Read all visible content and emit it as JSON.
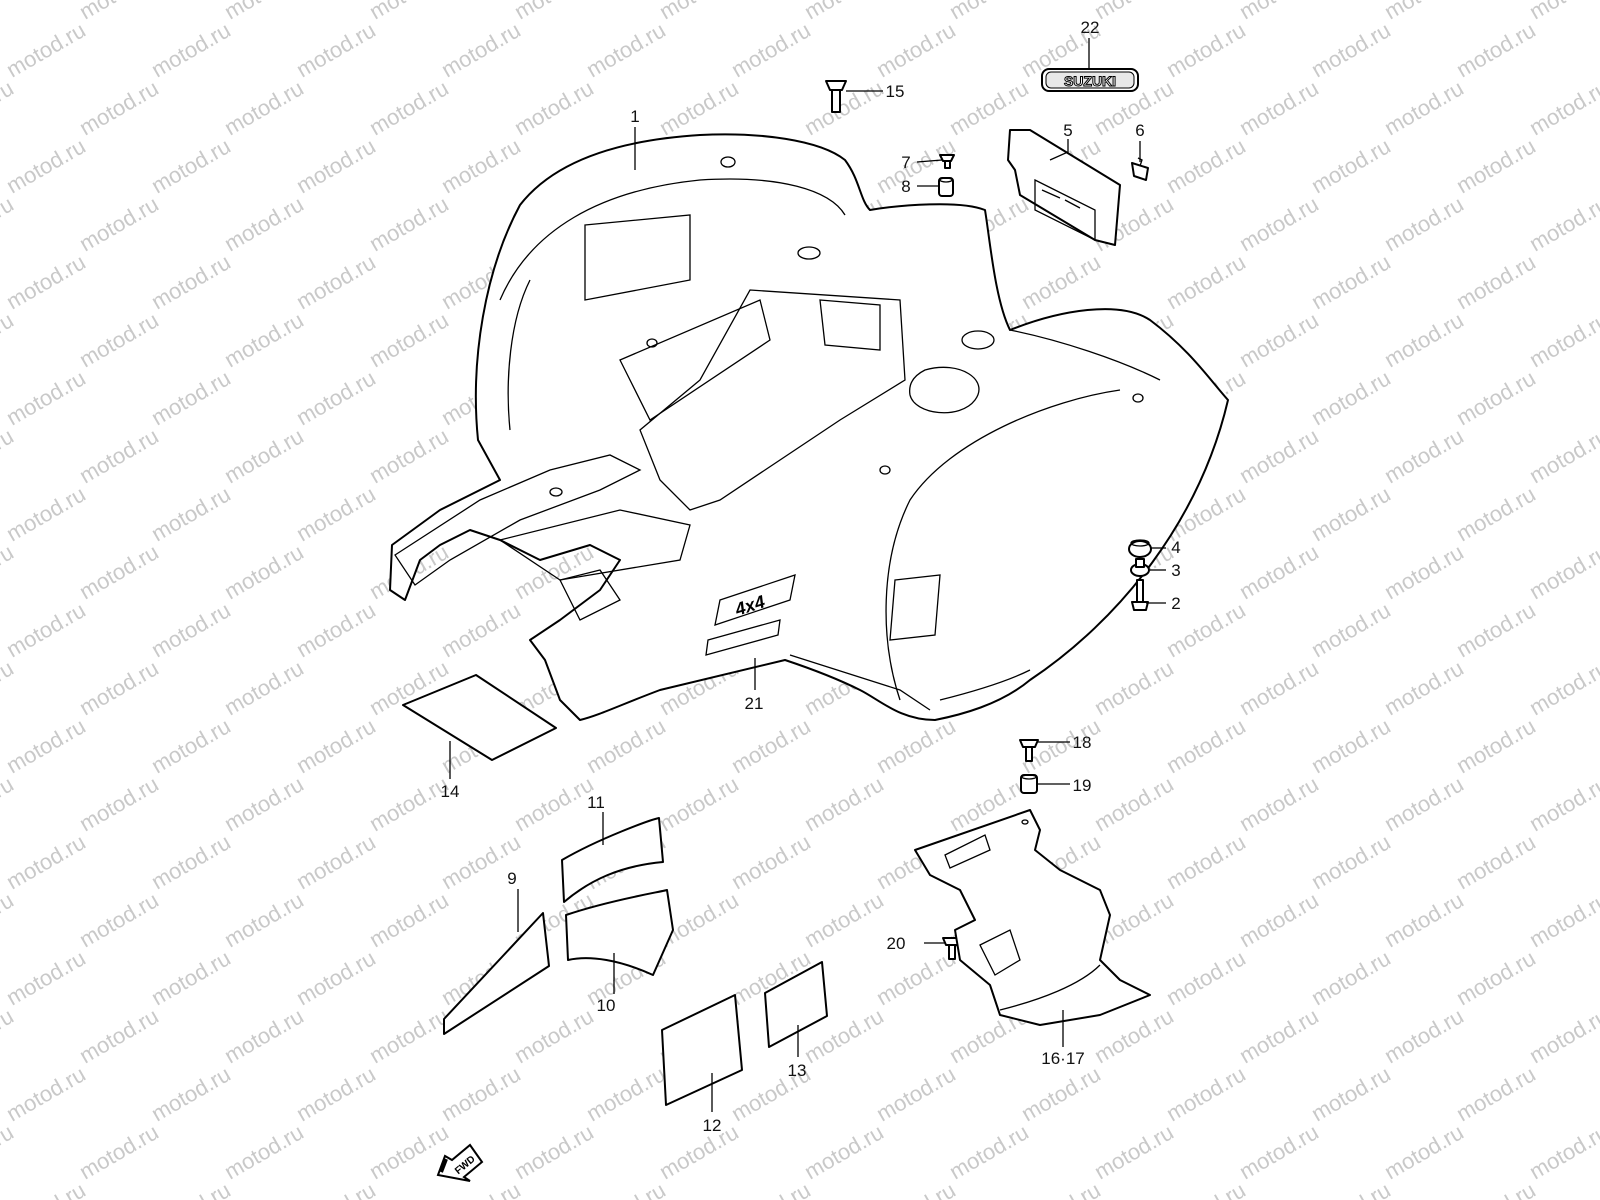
{
  "watermark": "motod.ru",
  "badge_text": "SUZUKI",
  "decal_text": "4x4",
  "fwd_text": "FWD",
  "callouts": [
    {
      "id": "c1",
      "label": "1"
    },
    {
      "id": "c2",
      "label": "2"
    },
    {
      "id": "c3",
      "label": "3"
    },
    {
      "id": "c4",
      "label": "4"
    },
    {
      "id": "c5",
      "label": "5"
    },
    {
      "id": "c6",
      "label": "6"
    },
    {
      "id": "c7",
      "label": "7"
    },
    {
      "id": "c8",
      "label": "8"
    },
    {
      "id": "c9",
      "label": "9"
    },
    {
      "id": "c10",
      "label": "10"
    },
    {
      "id": "c11",
      "label": "11"
    },
    {
      "id": "c12",
      "label": "12"
    },
    {
      "id": "c13",
      "label": "13"
    },
    {
      "id": "c14",
      "label": "14"
    },
    {
      "id": "c15",
      "label": "15"
    },
    {
      "id": "c16",
      "label": "16·17"
    },
    {
      "id": "c18",
      "label": "18"
    },
    {
      "id": "c19",
      "label": "19"
    },
    {
      "id": "c20",
      "label": "20"
    },
    {
      "id": "c21",
      "label": "21"
    },
    {
      "id": "c22",
      "label": "22"
    }
  ]
}
